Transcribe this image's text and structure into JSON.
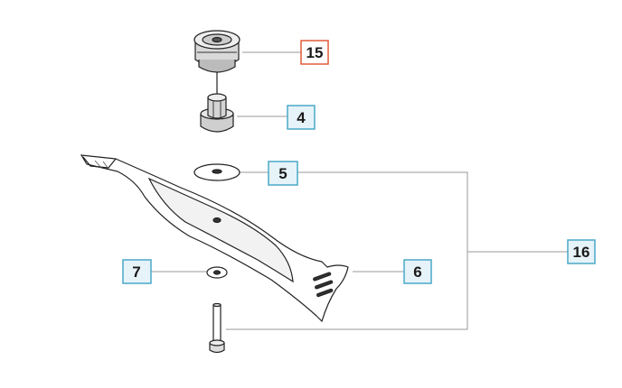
{
  "callouts": {
    "c15": {
      "label": "15",
      "border_color": "#e05a3a",
      "fill_color": "#ffffff"
    },
    "c4": {
      "label": "4",
      "border_color": "#4aa8c8",
      "fill_color": "#e6f3f9"
    },
    "c5": {
      "label": "5",
      "border_color": "#4aa8c8",
      "fill_color": "#e6f3f9"
    },
    "c6": {
      "label": "6",
      "border_color": "#4aa8c8",
      "fill_color": "#e6f3f9"
    },
    "c7": {
      "label": "7",
      "border_color": "#4aa8c8",
      "fill_color": "#e6f3f9"
    },
    "c16": {
      "label": "16",
      "border_color": "#4aa8c8",
      "fill_color": "#e6f3f9"
    }
  },
  "parts": [
    {
      "name": "cap-nut"
    },
    {
      "name": "blade-adapter"
    },
    {
      "name": "washer"
    },
    {
      "name": "blade"
    },
    {
      "name": "small-washer"
    },
    {
      "name": "blade-bolt"
    }
  ],
  "colors": {
    "line": "#999999",
    "part_stroke": "#222222",
    "blade_fill": "#ffffff"
  }
}
